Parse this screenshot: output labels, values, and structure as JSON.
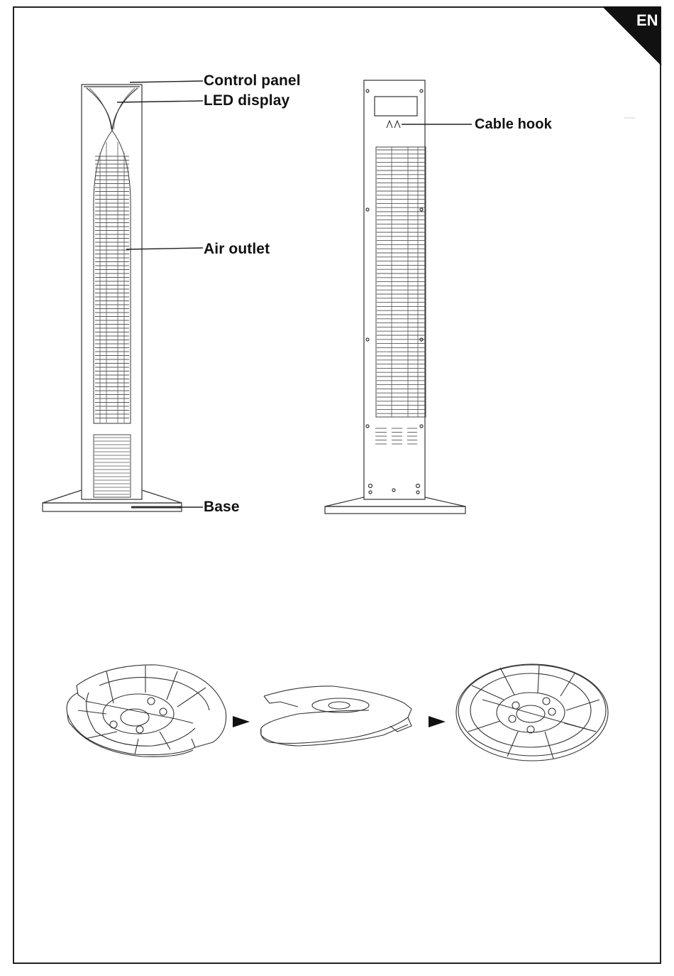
{
  "language_tab": "EN",
  "labels": {
    "control_panel": "Control panel",
    "led_display": "LED display",
    "air_outlet": "Air outlet",
    "base": "Base",
    "cable_hook": "Cable hook"
  },
  "icons": [
    "arrow-right-icon",
    "arrow-right-icon"
  ],
  "colors": {
    "line": "#222222",
    "corner_tab": "#111111"
  }
}
